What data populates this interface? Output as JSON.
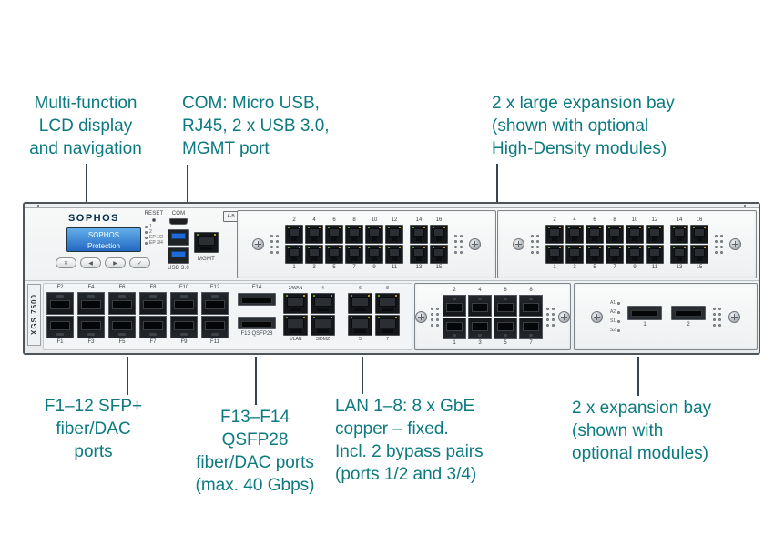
{
  "colors": {
    "accent": "#0c7a80",
    "callout": "#36454f",
    "lcd_blue": "#2f7dd1"
  },
  "annotations": {
    "lcd": {
      "text": "Multi-function\nLCD display\nand navigation"
    },
    "com": {
      "text": "COM: Micro USB,\nRJ45, 2 x USB 3.0,\nMGMT port"
    },
    "large_bays": {
      "text": "2 x large expansion bay\n(shown with optional\nHigh-Density modules)"
    },
    "sfp_ports": {
      "text": "F1–12 SFP+\nfiber/DAC\nports"
    },
    "qsfp_ports": {
      "text": "F13–F14\nQSFP28\nfiber/DAC ports\n(max. 40 Gbps)"
    },
    "lan_ports": {
      "text": "LAN 1–8: 8 x GbE\ncopper – fixed.\nIncl. 2 bypass pairs\n(ports 1/2 and 3/4)"
    },
    "exp_bays": {
      "text": "2 x expansion bay\n(shown with\noptional modules)"
    }
  },
  "device": {
    "brand": "SOPHOS",
    "model_label": "XGS 7500",
    "lcd_screen": {
      "line1": "SOPHOS",
      "line2": "Protection"
    },
    "reset_label": "RESET",
    "status_leds": [
      "1",
      "2",
      "EP 1/2",
      "EP 3/4"
    ],
    "nav_buttons": [
      "✕",
      "◀",
      "▶",
      "✓"
    ],
    "com_label": "COM",
    "usb_label": "USB 3.0",
    "mgmt_label": "MGMT",
    "ab_label": "A-B",
    "top_module": {
      "groupA_top": [
        "2",
        "4",
        "6",
        "8",
        "10",
        "12"
      ],
      "groupA_bottom": [
        "1",
        "3",
        "5",
        "7",
        "9",
        "11"
      ],
      "groupB_top": [
        "14",
        "16"
      ],
      "groupB_bottom": [
        "13",
        "15"
      ]
    },
    "fiber_block": {
      "top_labels": [
        "F2",
        "F4",
        "F6",
        "F8",
        "F10",
        "F12"
      ],
      "bottom_labels": [
        "F1",
        "F3",
        "F5",
        "F7",
        "F9",
        "F11"
      ]
    },
    "qsfp_block": {
      "top_label": "F14",
      "bottom_label": "F13 QSFP28"
    },
    "lan_block": {
      "group1_top": [
        "2/WAN",
        "4"
      ],
      "group1_bottom": [
        "1/LAN",
        "3/DMZ"
      ],
      "group2_top": [
        "6",
        "8"
      ],
      "group2_bottom": [
        "5",
        "7"
      ]
    },
    "bay_sfp": {
      "top": [
        "2",
        "4",
        "6",
        "8"
      ],
      "bottom": [
        "1",
        "3",
        "5",
        "7"
      ]
    },
    "bay_qsfp": {
      "led_labels": [
        "A1",
        "A2",
        "S1",
        "S2"
      ],
      "port_labels": [
        "1",
        "2"
      ]
    }
  }
}
